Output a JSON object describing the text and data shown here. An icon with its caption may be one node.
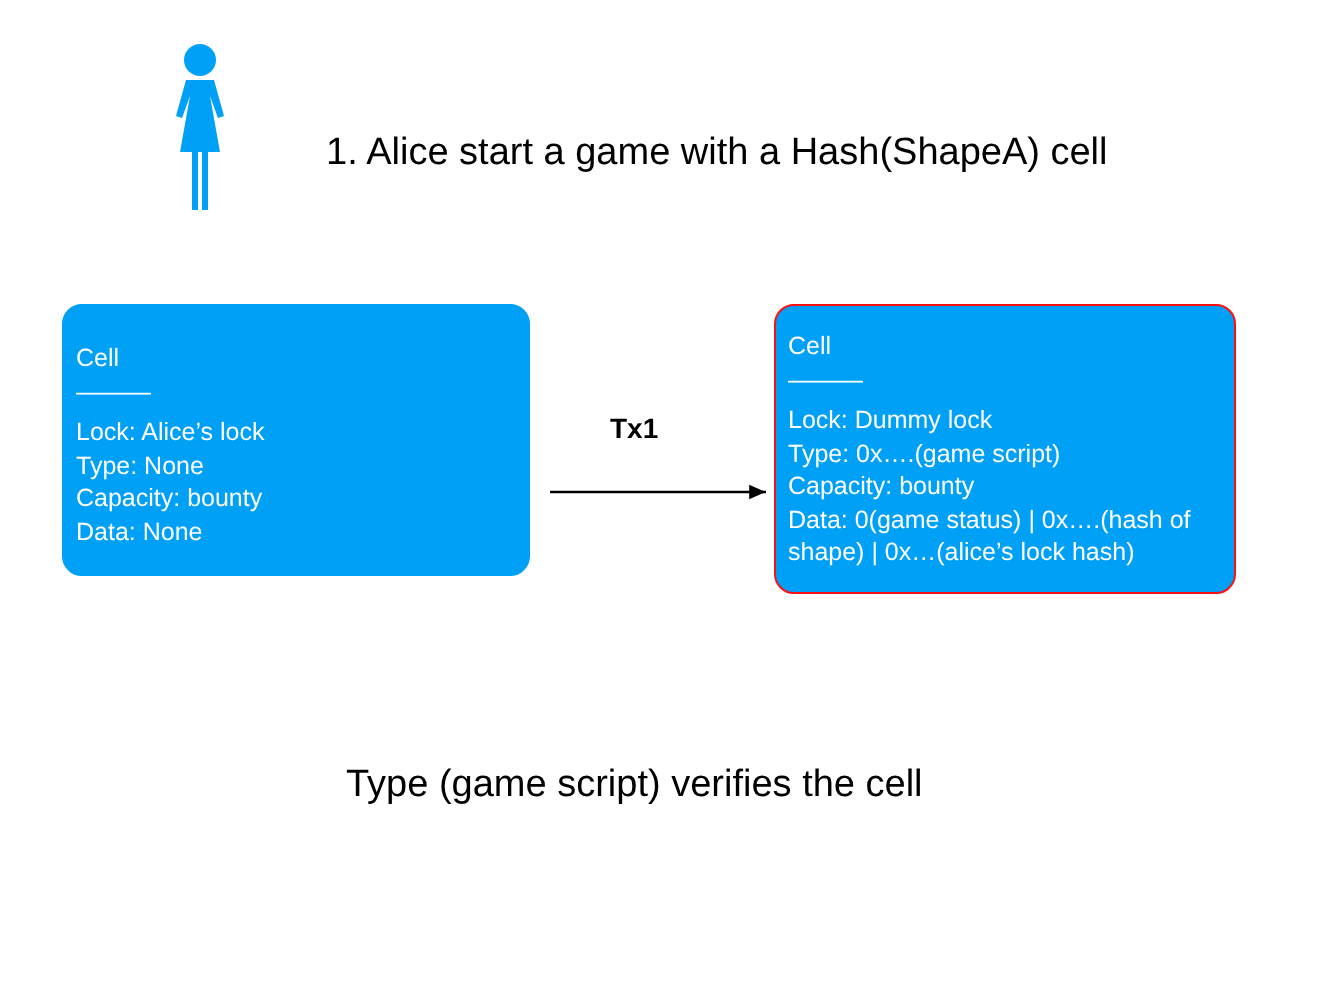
{
  "diagram": {
    "nodes": [
      {
        "text": [
          "Cell",
          "———",
          "Lock: Alice’s lock",
          "Type: None",
          "Capacity: bounty",
          "Data: None"
        ]
      },
      {
        "text": [
          "Cell",
          "———",
          "Lock: Dummy lock",
          "Type: 0x….(game script)",
          "Capacity: bounty",
          "Data: 0(game status) | 0x….(hash of shape) | 0x…(alice’s lock hash)"
        ]
      }
    ],
    "edges": [
      {
        "from": 0,
        "to": 1,
        "arrow": "to",
        "label": "Tx1"
      }
    ],
    "labels": [
      "1. Alice start a game with a Hash(ShapeA) cell",
      "Type (game script) verifies the cell"
    ]
  }
}
